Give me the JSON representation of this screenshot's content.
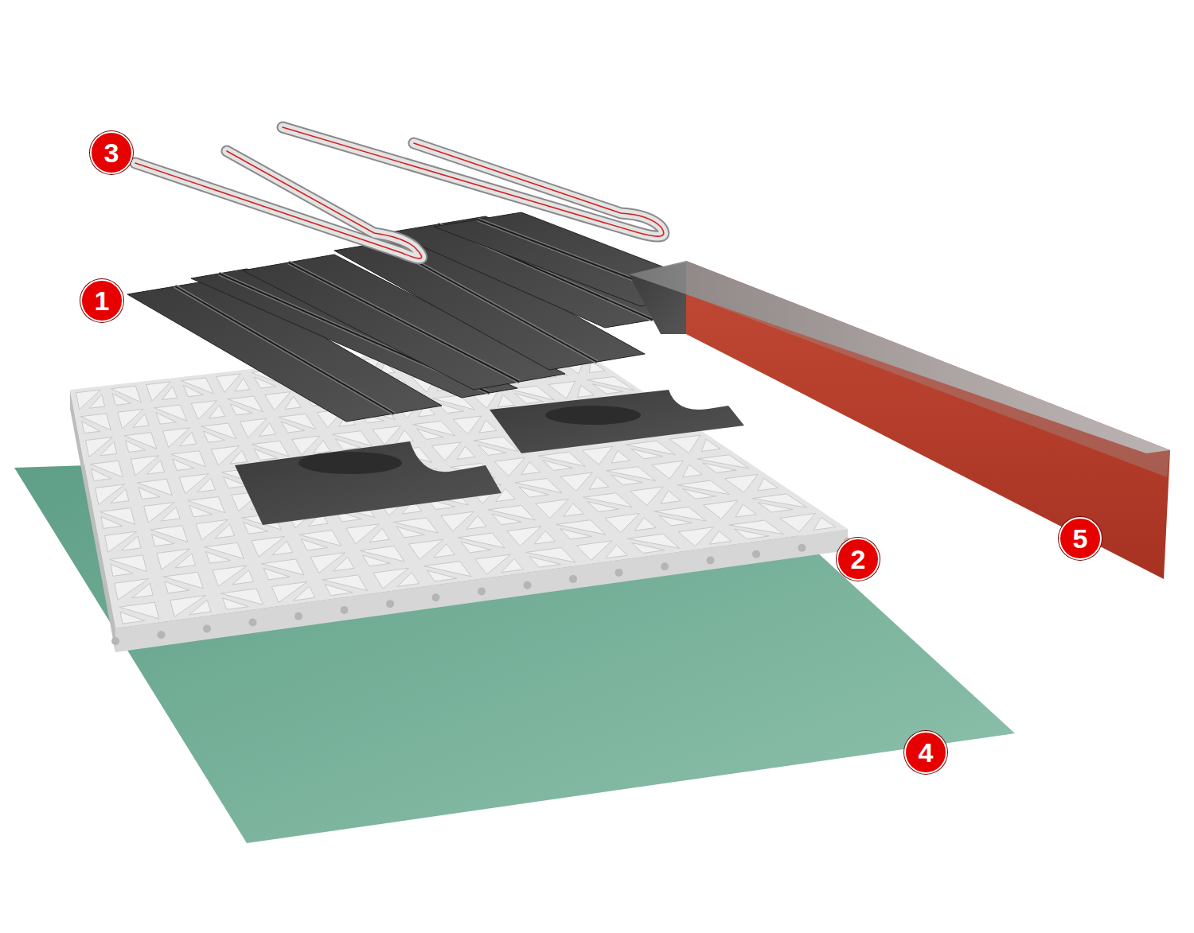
{
  "diagram": {
    "labels": [
      "3",
      "1",
      "5",
      "2",
      "4"
    ]
  }
}
